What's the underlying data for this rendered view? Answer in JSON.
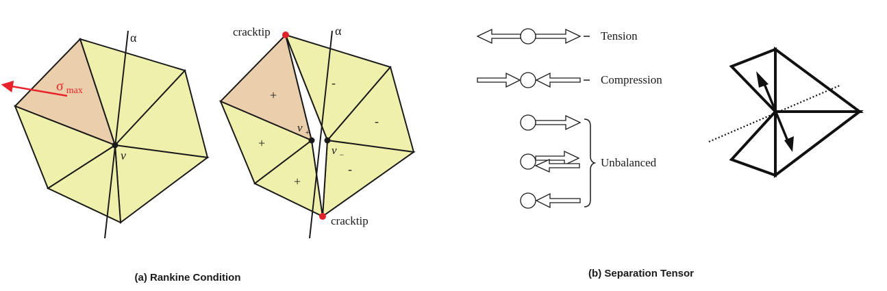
{
  "colors": {
    "fill_triangle": "#f0f0ad",
    "fill_highlight": "#ebcfac",
    "stroke": "#1a1a1a",
    "stress_arrow": "#e8232a",
    "crack_tip": "#e0232a"
  },
  "panel_a": {
    "left": {
      "alpha_label": "α",
      "vertex_label": "v",
      "sigma_symbol": "σ",
      "sigma_subscript": "max"
    },
    "right": {
      "alpha_label": "α",
      "crack_tip_top_label": "cracktip",
      "crack_tip_bottom_label": "cracktip",
      "v_plus_base": "v",
      "v_plus_sub": "+",
      "v_minus_base": "v",
      "v_minus_sub": "−",
      "plus_marks": [
        "+",
        "+",
        "+"
      ],
      "minus_marks": [
        "-",
        "-",
        "-"
      ]
    },
    "caption": "(a) Rankine Condition"
  },
  "panel_b": {
    "legend": {
      "tension": "Tension",
      "compression": "Compression",
      "unbalanced": "Unbalanced"
    },
    "caption": "(b) Separation Tensor"
  }
}
